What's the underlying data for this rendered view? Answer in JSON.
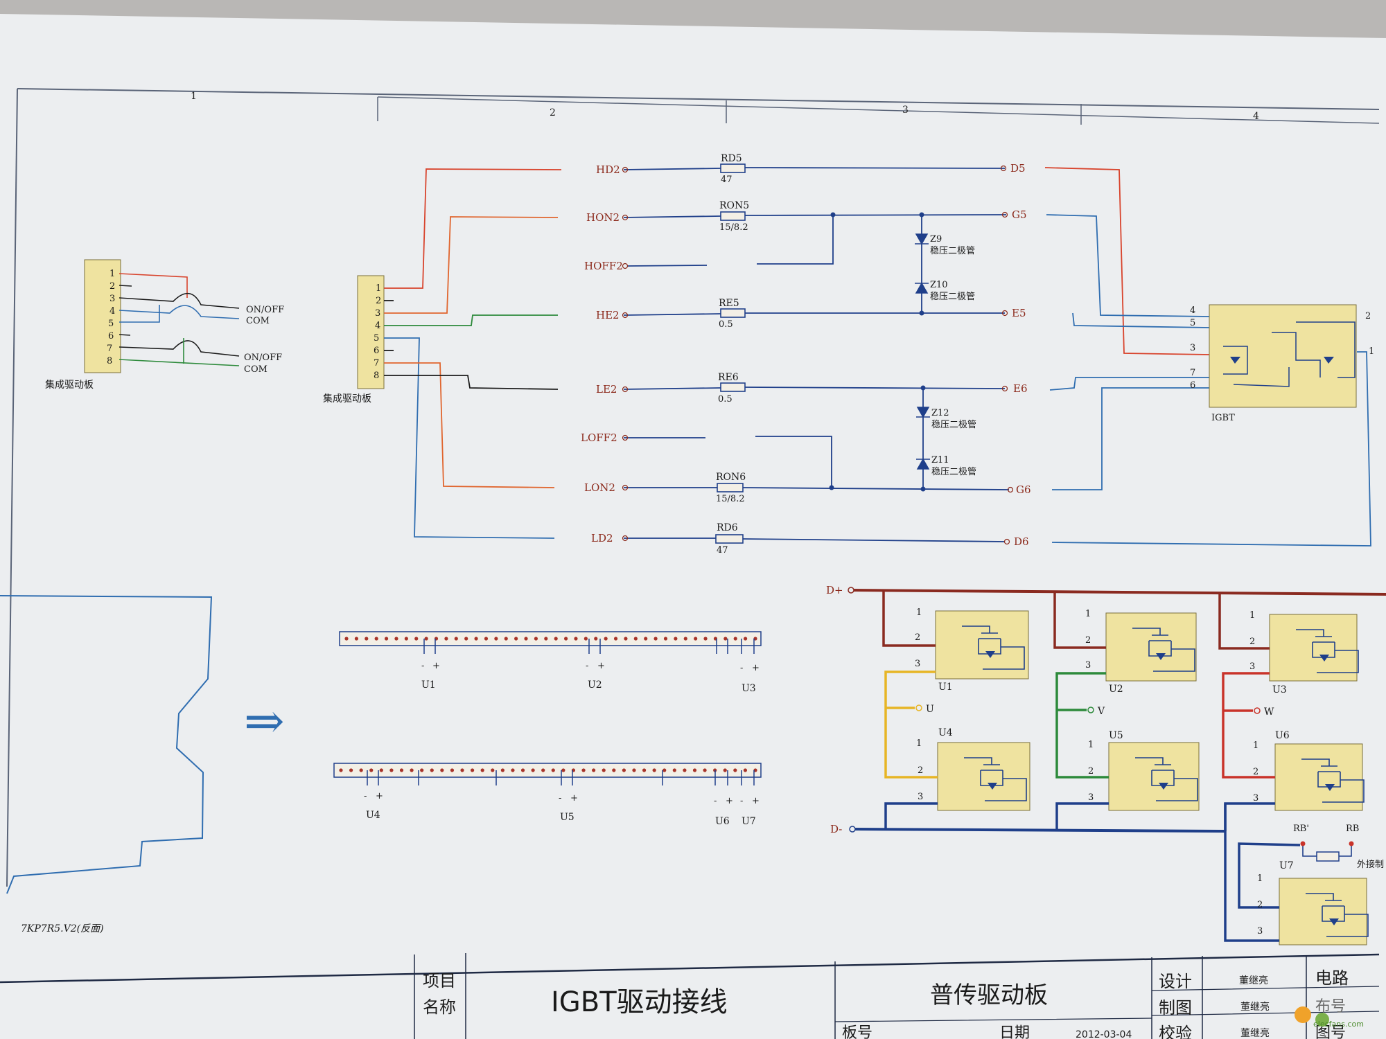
{
  "grid_columns": [
    "1",
    "2",
    "3",
    "4"
  ],
  "left_board": {
    "pins": [
      "1",
      "2",
      "3",
      "4",
      "5",
      "6",
      "7",
      "8"
    ],
    "label": "集成驱动板",
    "switch_labels": [
      "ON/OFF",
      "COM",
      "ON/OFF",
      "COM"
    ]
  },
  "mid_board": {
    "pins": [
      "1",
      "2",
      "3",
      "4",
      "5",
      "6",
      "7",
      "8"
    ],
    "label": "集成驱动板"
  },
  "signals_left": [
    "HD2",
    "HON2",
    "HOFF2",
    "HE2",
    "LE2",
    "LOFF2",
    "LON2",
    "LD2"
  ],
  "signals_right": [
    "D5",
    "G5",
    "E5",
    "E6",
    "G6",
    "D6"
  ],
  "resistors": [
    {
      "name": "RD5",
      "value": "47"
    },
    {
      "name": "RON5",
      "value": "15/8.2"
    },
    {
      "name": "RE5",
      "value": "0.5"
    },
    {
      "name": "RE6",
      "value": "0.5"
    },
    {
      "name": "RON6",
      "value": "15/8.2"
    },
    {
      "name": "RD6",
      "value": "47"
    }
  ],
  "zeners": [
    {
      "name": "Z9",
      "desc": "稳压二极管"
    },
    {
      "name": "Z10",
      "desc": "稳压二极管"
    },
    {
      "name": "Z12",
      "desc": "稳压二极管"
    },
    {
      "name": "Z11",
      "desc": "稳压二极管"
    }
  ],
  "igbt": {
    "label": "IGBT",
    "pins": [
      "4",
      "5",
      "3",
      "7",
      "6",
      "2",
      "1"
    ]
  },
  "outline_label": "7KP7R5.V2(反面)",
  "arrow": "⇒",
  "strip_top": {
    "groups": [
      "U1",
      "U2",
      "U3"
    ],
    "polarity": [
      "-",
      "+"
    ]
  },
  "strip_bottom": {
    "groups": [
      "U4",
      "U5",
      "U6",
      "U7"
    ],
    "polarity": [
      "-",
      "+"
    ]
  },
  "bridge": {
    "rail_pos": "D+",
    "rail_neg": "D-",
    "modules": [
      "U1",
      "U2",
      "U3",
      "U4",
      "U5",
      "U6",
      "U7"
    ],
    "pin_labels": [
      "1",
      "2",
      "3"
    ],
    "phases": [
      "U",
      "V",
      "W"
    ],
    "brake": {
      "rb1": "RB'",
      "rb2": "RB",
      "ext": "外接制"
    }
  },
  "title_block": {
    "project_label_1": "项目",
    "project_label_2": "名称",
    "project_name": "IGBT驱动接线",
    "board_name": "普传驱动板",
    "design_label": "设计",
    "draw_label": "制图",
    "check_label": "校验",
    "designer": "董继亮",
    "drafter": "董继亮",
    "checker": "董继亮",
    "circuit_label": "电路",
    "circuit_no": "布号",
    "drawing_label": "图号",
    "board_no_label": "板号",
    "date_label": "日期",
    "date": "2012-03-04"
  },
  "watermark": "elecfans.com",
  "colors": {
    "red": "#d8432c",
    "orange": "#e0652e",
    "blue": "#2f6db0",
    "navy": "#1f3f8a",
    "green": "#2d8a3b",
    "dark": "#1b1b1b",
    "maroon": "#8a2a20",
    "yellow": "#e7b526",
    "component_fill": "#efe3a0"
  }
}
